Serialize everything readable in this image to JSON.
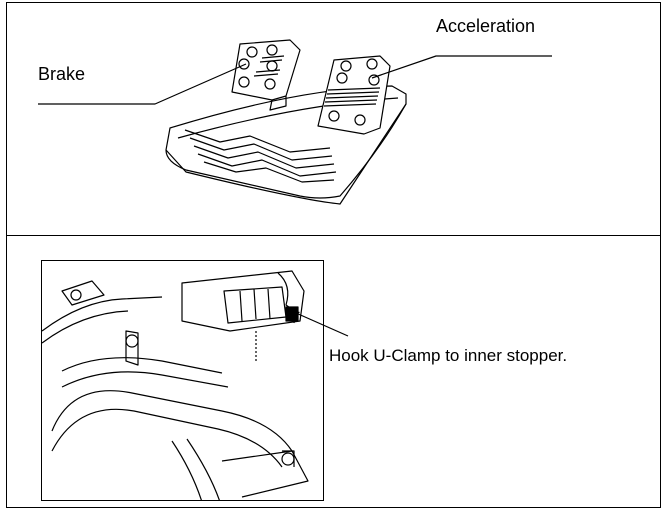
{
  "top_panel": {
    "brake_label": "Brake",
    "acceleration_label": "Acceleration",
    "illustration": "pedal-unit-drawing"
  },
  "bottom_panel": {
    "instruction_label": "Hook U-Clamp to inner stopper.",
    "illustration": "u-clamp-stopper-drawing"
  }
}
